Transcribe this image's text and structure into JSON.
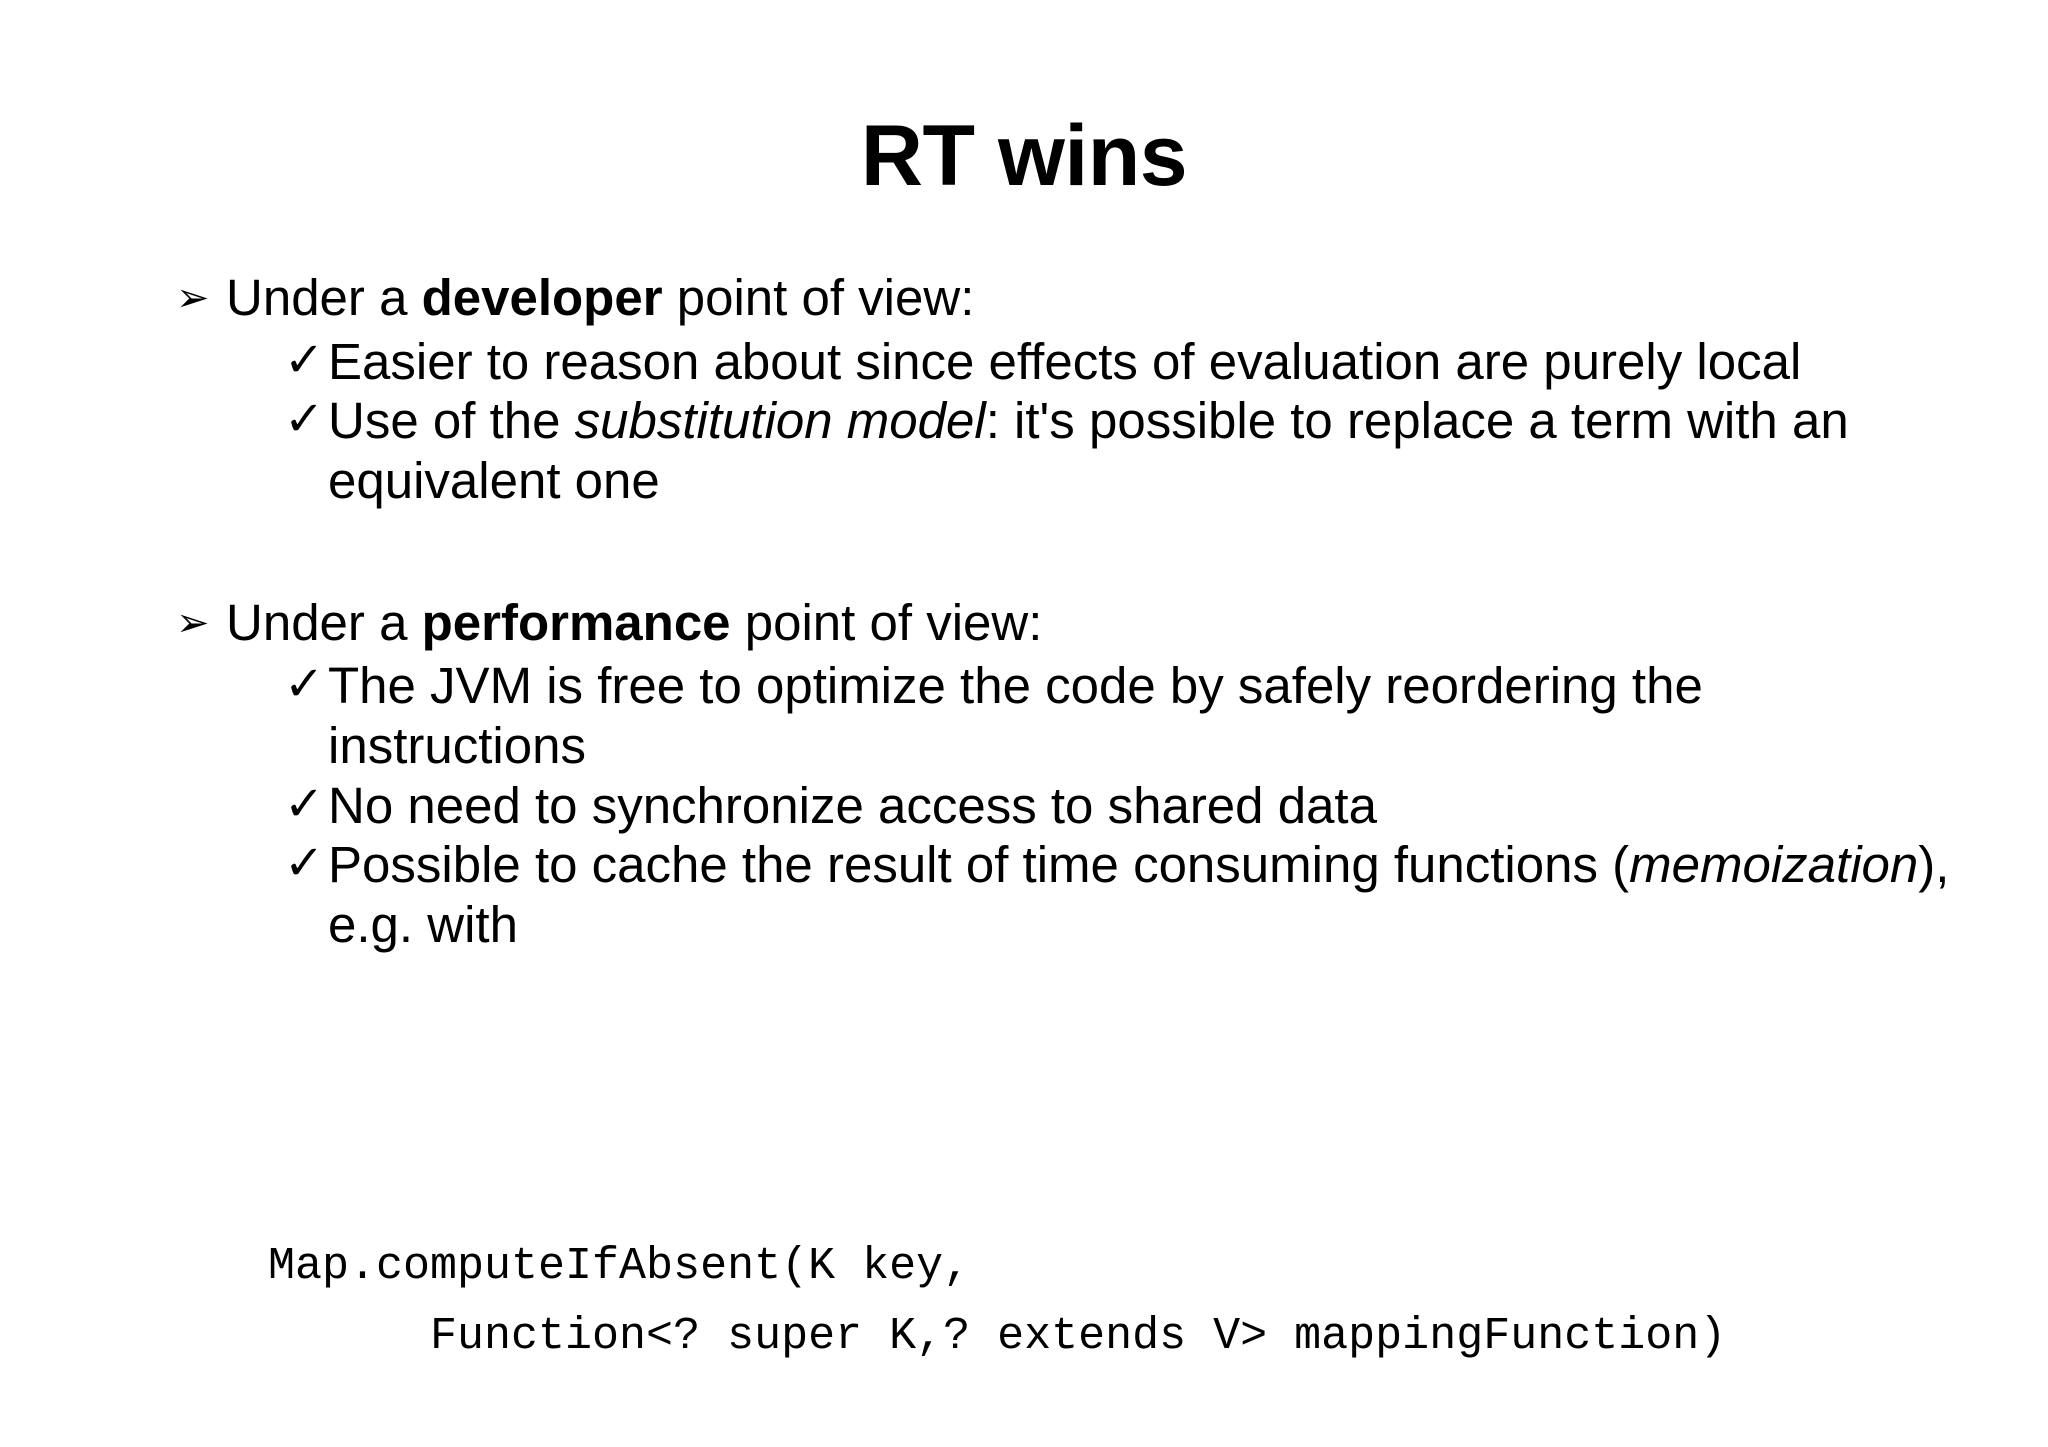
{
  "slide": {
    "title": "RT wins",
    "background_color": "#ffffff",
    "text_color": "#000000",
    "sections": [
      {
        "marker_icon": "arrowhead-bullet-icon",
        "marker_glyph": "➢",
        "lead_prefix": "Under a ",
        "lead_emphasis": "developer",
        "lead_suffix": " point of view:",
        "items": [
          {
            "marker_icon": "check-bullet-icon",
            "marker_glyph": "✓",
            "text": "Easier to reason about since effects of evaluation are purely local"
          },
          {
            "marker_icon": "check-bullet-icon",
            "marker_glyph": "✓",
            "prefix": "Use of the ",
            "italic": "substitution model",
            "suffix": ": it's possible to replace a term with an equivalent one"
          }
        ]
      },
      {
        "marker_icon": "arrowhead-bullet-icon",
        "marker_glyph": "➢",
        "lead_prefix": "Under a ",
        "lead_emphasis": "performance",
        "lead_suffix": " point of view:",
        "items": [
          {
            "marker_icon": "check-bullet-icon",
            "marker_glyph": "✓",
            "text": "The JVM is free to optimize the code by safely reordering the instructions"
          },
          {
            "marker_icon": "check-bullet-icon",
            "marker_glyph": "✓",
            "text": "No need to synchronize access to shared data"
          },
          {
            "marker_icon": "check-bullet-icon",
            "marker_glyph": "✓",
            "prefix": "Possible to cache the result of time consuming functions (",
            "italic": "memoization",
            "suffix": "), e.g. with"
          }
        ]
      }
    ],
    "code": {
      "line1": "Map.computeIfAbsent(K key,",
      "line2": "      Function<? super K,? extends V> mappingFunction)"
    }
  }
}
